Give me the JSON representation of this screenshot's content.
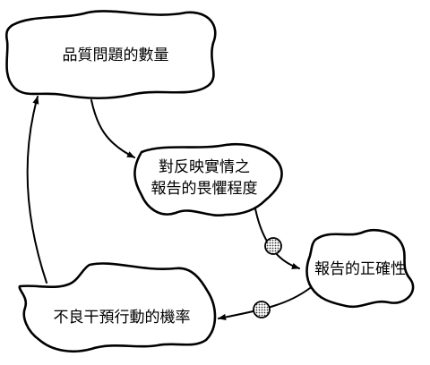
{
  "nodes": {
    "quality_problems": {
      "label": "品質問題的數量"
    },
    "fear_of_reporting": {
      "line1": "對反映實情之",
      "line2": "報告的畏懼程度"
    },
    "report_accuracy": {
      "label": "報告的正確性"
    },
    "bad_intervention": {
      "label": "不良干預行動的機率"
    }
  },
  "connectors": {
    "delay_marker_color": "#555555"
  }
}
